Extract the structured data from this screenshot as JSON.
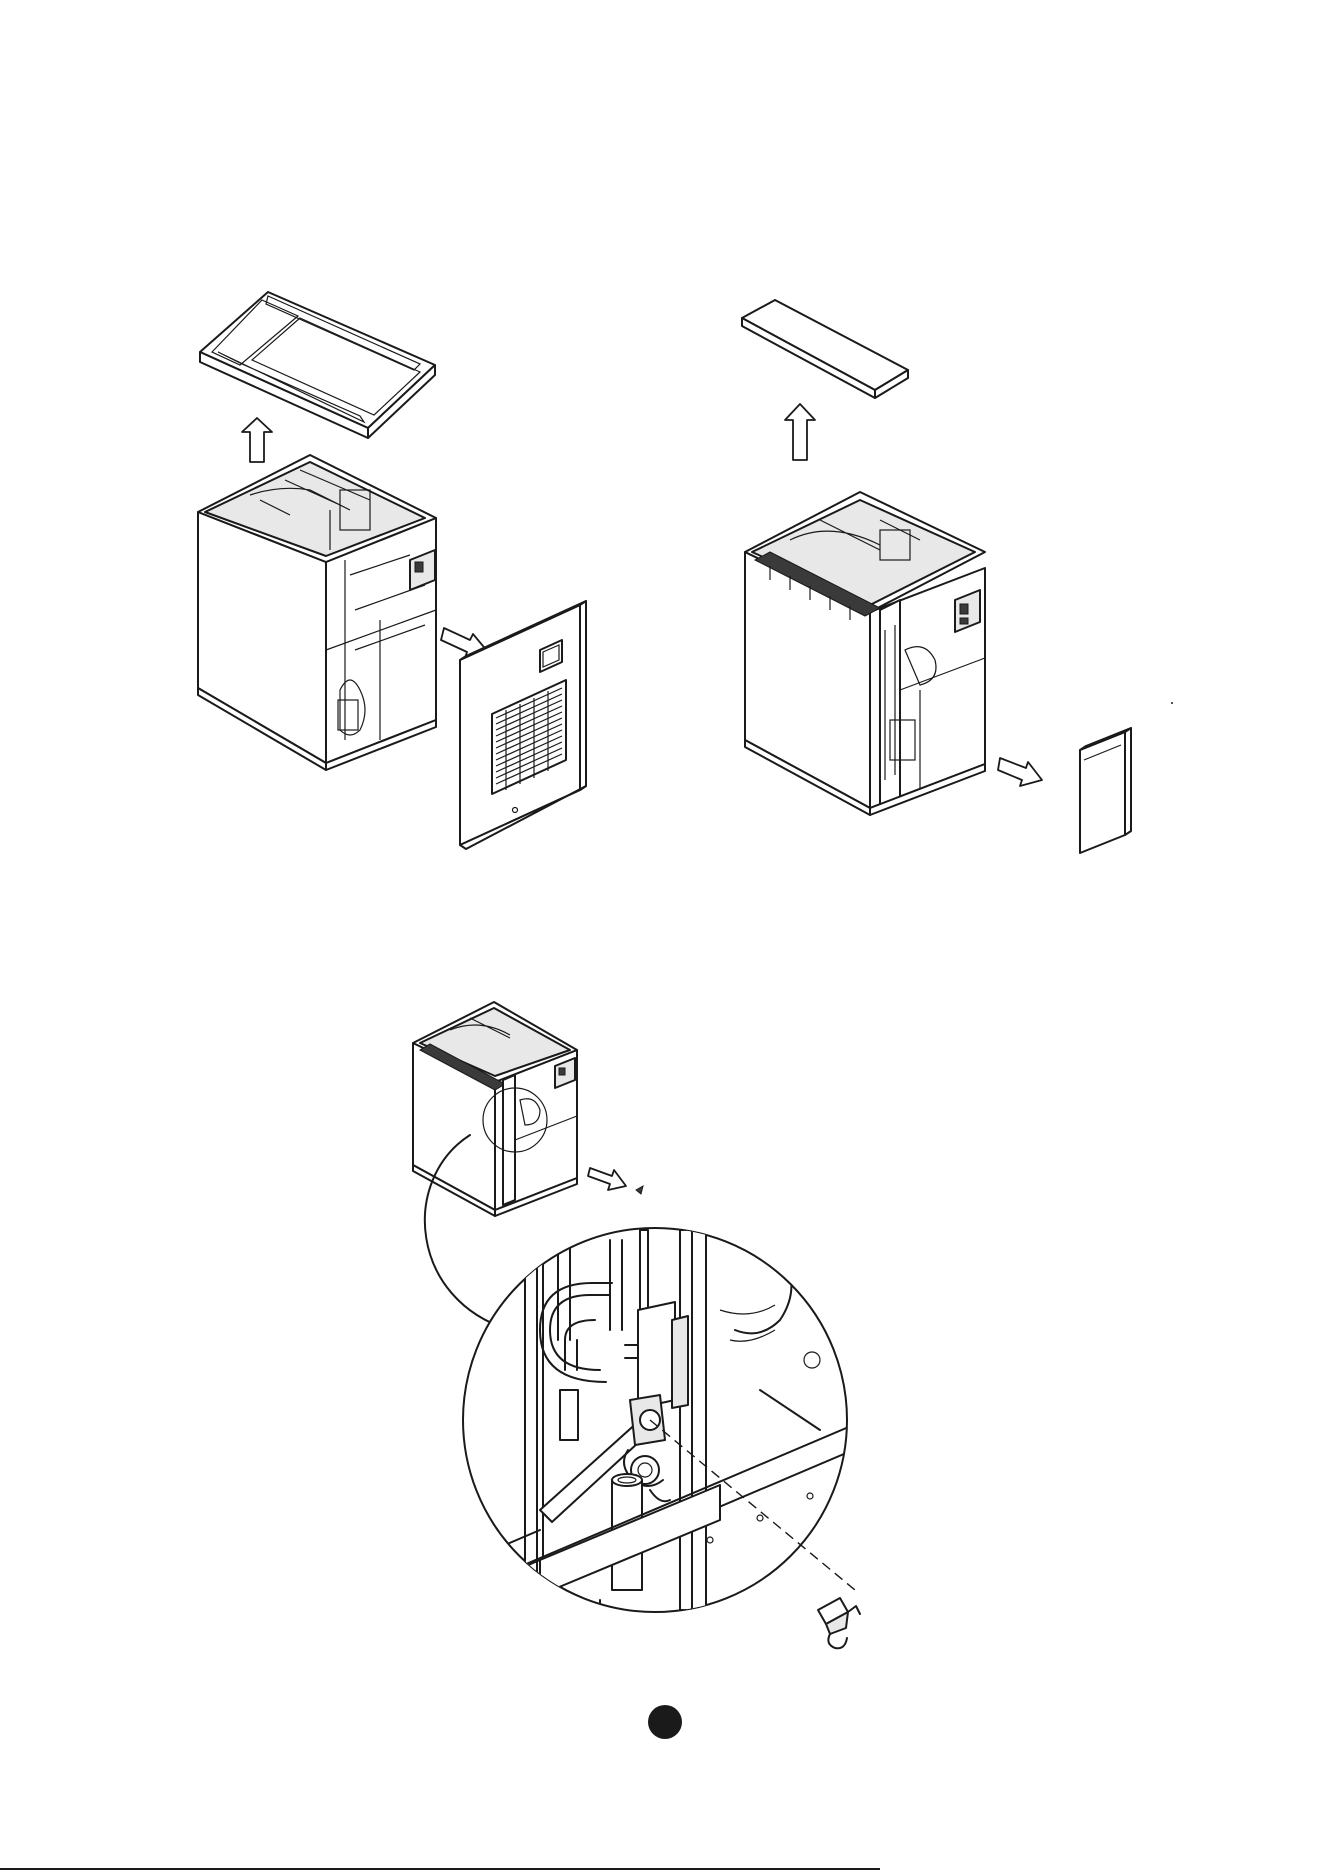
{
  "figures": [
    {
      "id": "fig-top-left",
      "parts": [
        "top-cover",
        "cabinet",
        "front-grille-panel"
      ]
    },
    {
      "id": "fig-top-right",
      "parts": [
        "inner-top-panel",
        "cabinet-open-front",
        "side-access-panel"
      ]
    },
    {
      "id": "fig-bottom",
      "parts": [
        "cabinet-small",
        "detail-magnifier-circle",
        "float-switch-clip"
      ]
    }
  ],
  "colors": {
    "line": "#1a1a1a",
    "fill": "#ffffff",
    "shade": "#e8e8e8"
  },
  "page_marker": "filled-circle"
}
